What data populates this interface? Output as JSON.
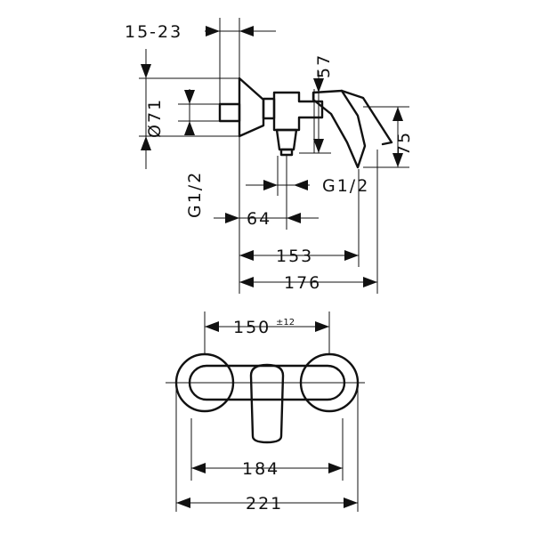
{
  "dimensions": {
    "wall_offset": "15-23",
    "diameter": "Ø71",
    "thread_left": "G1/2",
    "height_57": "57",
    "height_75": "75",
    "thread_right": "G1/2",
    "width_64": "64",
    "width_153": "153",
    "width_176": "176",
    "width_150": "150",
    "tolerance_150": "±12",
    "width_184": "184",
    "width_221": "221"
  }
}
